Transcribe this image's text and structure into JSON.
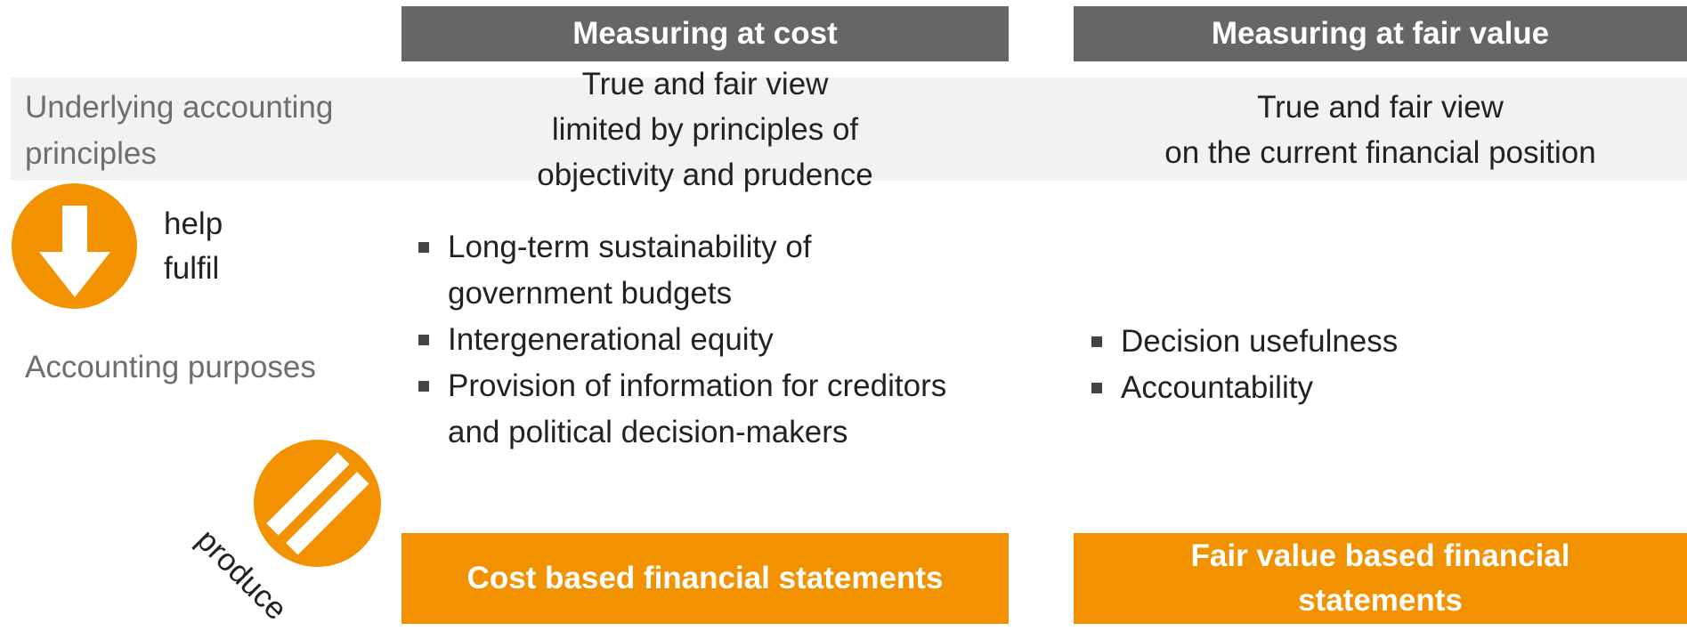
{
  "columns": {
    "cost_header": "Measuring at cost",
    "fair_header": "Measuring at fair value"
  },
  "rows": {
    "principles_label": "Underlying accounting principles",
    "purposes_label": "Accounting purposes"
  },
  "connectors": {
    "help": "help",
    "fulfil": "fulfil",
    "produce": "produce"
  },
  "principles": {
    "cost": "True and fair view\nlimited by principles of\nobjectivity and prudence",
    "fair": "True and fair view\non the current financial position"
  },
  "purposes": {
    "cost": [
      "Long-term sustainability of government budgets",
      "Intergenerational equity",
      "Provision of information for creditors and political decision-makers"
    ],
    "fair": [
      "Decision usefulness",
      "Accountability"
    ]
  },
  "statements": {
    "cost": "Cost based financial statements",
    "fair": "Fair value based financial statements"
  },
  "colors": {
    "header_bg": "#666666",
    "accent": "#f39200",
    "band_bg": "#f2f2f2",
    "label_text": "#6e6e6e"
  },
  "icons": {
    "down_arrow": "arrow-down-icon",
    "equals": "equals-icon"
  }
}
